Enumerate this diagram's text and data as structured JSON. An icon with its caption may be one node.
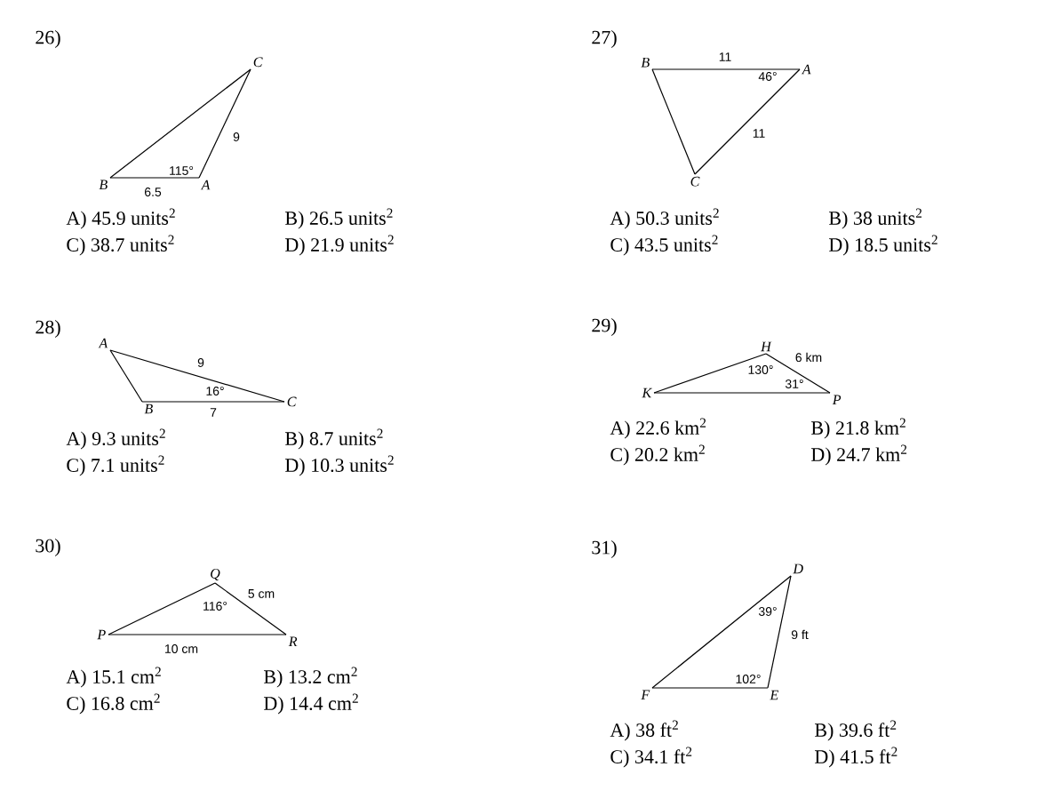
{
  "diagram": {
    "nodes": [
      {
        "text": [
          "C"
        ]
      },
      {
        "text": [
          "B"
        ]
      },
      {
        "text": [
          "A"
        ],
        "beside": [
          "115°"
        ]
      },
      {
        "text": [
          "B"
        ]
      },
      {
        "text": [
          "A"
        ],
        "beside": [
          "46°"
        ]
      },
      {
        "text": [
          "C"
        ]
      },
      {
        "text": [
          "A"
        ]
      },
      {
        "text": [
          "B"
        ]
      },
      {
        "text": [
          "C"
        ]
      },
      {
        "text": [
          "H"
        ],
        "beside": [
          "130°"
        ]
      },
      {
        "text": [
          "K"
        ]
      },
      {
        "text": [
          "P"
        ],
        "beside": [
          "31°"
        ]
      },
      {
        "text": [
          "Q"
        ],
        "beside": [
          "116°"
        ]
      },
      {
        "text": [
          "P"
        ]
      },
      {
        "text": [
          "R"
        ]
      },
      {
        "text": [
          "D"
        ],
        "beside": [
          "39°"
        ]
      },
      {
        "text": [
          "F"
        ]
      },
      {
        "text": [
          "E"
        ],
        "beside": [
          "102°"
        ]
      }
    ],
    "edges": [
      {
        "from": 1,
        "to": 2,
        "arrow": "none",
        "label": "6.5"
      },
      {
        "from": 2,
        "to": 0,
        "arrow": "none",
        "label": "9"
      },
      {
        "from": 1,
        "to": 0,
        "arrow": "none"
      },
      {
        "from": 3,
        "to": 4,
        "arrow": "none",
        "label": "11"
      },
      {
        "from": 4,
        "to": 5,
        "arrow": "none",
        "label": "11"
      },
      {
        "from": 3,
        "to": 5,
        "arrow": "none"
      },
      {
        "from": 6,
        "to": 8,
        "arrow": "none",
        "label": "9"
      },
      {
        "from": 7,
        "to": 8,
        "arrow": "none",
        "label": "7"
      },
      {
        "from": 6,
        "to": 7,
        "arrow": "none"
      },
      {
        "from": 9,
        "to": 11,
        "arrow": "none",
        "label": "6 km"
      },
      {
        "from": 10,
        "to": 9,
        "arrow": "none"
      },
      {
        "from": 10,
        "to": 11,
        "arrow": "none"
      },
      {
        "from": 12,
        "to": 14,
        "arrow": "none",
        "label": "5 cm"
      },
      {
        "from": 13,
        "to": 14,
        "arrow": "none",
        "label": "10 cm"
      },
      {
        "from": 13,
        "to": 12,
        "arrow": "none"
      },
      {
        "from": 15,
        "to": 17,
        "arrow": "none",
        "label": "9 ft"
      },
      {
        "from": 16,
        "to": 15,
        "arrow": "none"
      },
      {
        "from": 16,
        "to": 17,
        "arrow": "none"
      }
    ],
    "labels": [
      "26)",
      "A) 45.9 units$^{2}$",
      "B) 26.5 units$^{2}$",
      "C) 38.7 units$^{2}$",
      "D) 21.9 units$^{2}$",
      "27)",
      "A) 50.3 units$^{2}$",
      "B) 38 units$^{2}$",
      "C) 43.5 units$^{2}$",
      "D) 18.5 units$^{2}$",
      "28)",
      "A) 9.3 units$^{2}$",
      "B) 8.7 units$^{2}$",
      "C) 7.1 units$^{2}$",
      "D) 10.3 units$^{2}$",
      "29)",
      "A) 22.6 km$^{2}$",
      "B) 21.8 km$^{2}$",
      "C) 20.2 km$^{2}$",
      "D) 24.7 km$^{2}$",
      "30)",
      "A) 15.1 cm$^{2}$",
      "B) 13.2 cm$^{2}$",
      "C) 16.8 cm$^{2}$",
      "D) 14.4 cm$^{2}$",
      "31)",
      "A) 38 ft$^{2}$",
      "B) 39.6 ft$^{2}$",
      "C) 34.1 ft$^{2}$",
      "D) 41.5 ft$^{2}$",
      "16°"
    ]
  }
}
